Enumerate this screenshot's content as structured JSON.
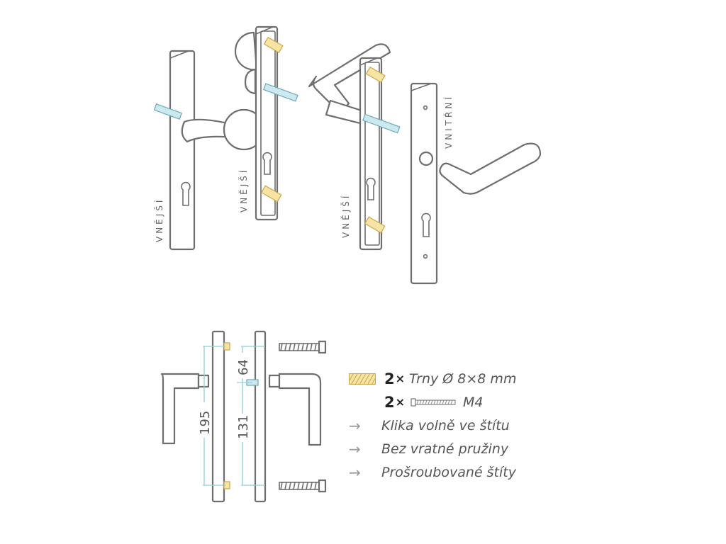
{
  "labels": {
    "outer_1": "VNĚJŠÍ",
    "outer_2": "VNĚJŠÍ",
    "outer_3": "VNĚJŠÍ",
    "inner": "VNITŘNÍ"
  },
  "dimensions": {
    "total_height": "195",
    "screw_span": "131",
    "top_offset": "64"
  },
  "legend": {
    "pins_count": "2",
    "times": "×",
    "pins_label": "Trny Ø 8×8 mm",
    "screws_count": "2",
    "screws_label": "M4",
    "arrow": "→",
    "features": [
      "Klika volně ve štítu",
      "Bez vratné pružiny",
      "Prošroubované štíty"
    ]
  },
  "colors": {
    "outline": "#6e6e6e",
    "pin": "#f7e3a3",
    "spindle": "#cde9f0",
    "dimension": "#8fd0d8"
  }
}
